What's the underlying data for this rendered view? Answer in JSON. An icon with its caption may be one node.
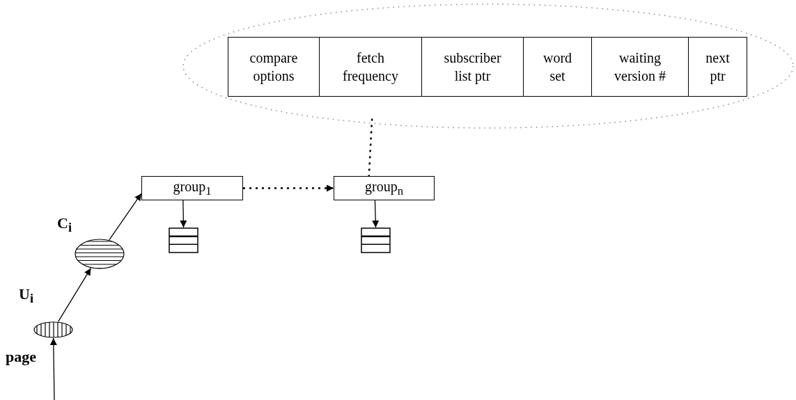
{
  "diagram": {
    "nodes": [
      {
        "text": [],
        "shape": "ellipse"
      },
      {
        "text": [],
        "shape": "ellipse"
      },
      {
        "text": [
          "group$_{1}$"
        ]
      },
      {
        "text": [
          "group$_{n}$"
        ]
      },
      {
        "text": [],
        "shape": "box"
      },
      {
        "text": [],
        "shape": "box"
      },
      {
        "text": [],
        "shape": "ellipse"
      },
      {
        "text": [
          "compare options"
        ],
        "in": 6
      },
      {
        "text": [
          "fetch frequency"
        ],
        "in": 6
      },
      {
        "text": [
          "subscriber list ptr"
        ],
        "in": 6
      },
      {
        "text": [
          "word set"
        ],
        "in": 6
      },
      {
        "text": [
          "waiting version #"
        ],
        "in": 6
      },
      {
        "text": [
          "next ptr"
        ],
        "in": 6
      }
    ],
    "edges": [
      {
        "from": null,
        "to": 0,
        "arrow": "to",
        "label": "page"
      },
      {
        "from": 0,
        "to": 1,
        "arrow": "to",
        "label": "U$_{i}$"
      },
      {
        "from": 1,
        "to": 2,
        "arrow": "to",
        "label": "C$_{i}$"
      },
      {
        "from": 2,
        "to": 3,
        "arrow": "to",
        "style": "dashed"
      },
      {
        "from": 2,
        "to": 4,
        "arrow": "to"
      },
      {
        "from": 3,
        "to": 5,
        "arrow": "to"
      },
      {
        "from": 6,
        "to": 3,
        "arrow": "none",
        "style": "dashed"
      }
    ]
  }
}
